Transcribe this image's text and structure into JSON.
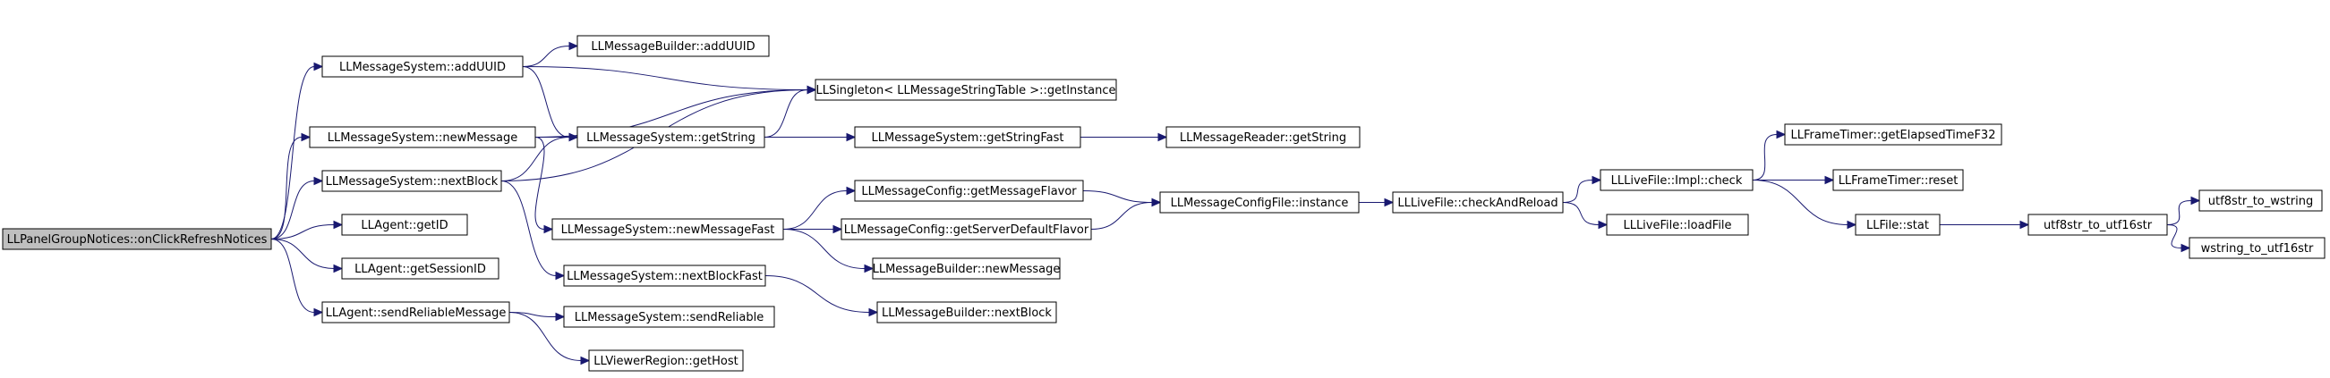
{
  "diagram": {
    "nodes": [
      {
        "id": "root",
        "label": "LLPanelGroupNotices::onClickRefreshNotices",
        "root": true
      },
      {
        "id": "addUUID",
        "label": "LLMessageSystem::addUUID"
      },
      {
        "id": "mbAddUUID",
        "label": "LLMessageBuilder::addUUID"
      },
      {
        "id": "singleton",
        "label": "LLSingleton< LLMessageStringTable >::getInstance"
      },
      {
        "id": "newMessage",
        "label": "LLMessageSystem::newMessage"
      },
      {
        "id": "getString",
        "label": "LLMessageSystem::getString"
      },
      {
        "id": "getStringFast",
        "label": "LLMessageSystem::getStringFast"
      },
      {
        "id": "readerGetString",
        "label": "LLMessageReader::getString"
      },
      {
        "id": "nextBlock",
        "label": "LLMessageSystem::nextBlock"
      },
      {
        "id": "getID",
        "label": "LLAgent::getID"
      },
      {
        "id": "getSessionID",
        "label": "LLAgent::getSessionID"
      },
      {
        "id": "sendReliableMessage",
        "label": "LLAgent::sendReliableMessage"
      },
      {
        "id": "newMessageFast",
        "label": "LLMessageSystem::newMessageFast"
      },
      {
        "id": "nextBlockFast",
        "label": "LLMessageSystem::nextBlockFast"
      },
      {
        "id": "sendReliable",
        "label": "LLMessageSystem::sendReliable"
      },
      {
        "id": "getHost",
        "label": "LLViewerRegion::getHost"
      },
      {
        "id": "getMessageFlavor",
        "label": "LLMessageConfig::getMessageFlavor"
      },
      {
        "id": "getServerDefaultFlavor",
        "label": "LLMessageConfig::getServerDefaultFlavor"
      },
      {
        "id": "mbNewMessage",
        "label": "LLMessageBuilder::newMessage"
      },
      {
        "id": "mbNextBlock",
        "label": "LLMessageBuilder::nextBlock"
      },
      {
        "id": "configInstance",
        "label": "LLMessageConfigFile::instance"
      },
      {
        "id": "checkAndReload",
        "label": "LLLiveFile::checkAndReload"
      },
      {
        "id": "implCheck",
        "label": "LLLiveFile::Impl::check"
      },
      {
        "id": "loadFile",
        "label": "LLLiveFile::loadFile"
      },
      {
        "id": "getElapsed",
        "label": "LLFrameTimer::getElapsedTimeF32"
      },
      {
        "id": "reset",
        "label": "LLFrameTimer::reset"
      },
      {
        "id": "stat",
        "label": "LLFile::stat"
      },
      {
        "id": "utf8to16",
        "label": "utf8str_to_utf16str"
      },
      {
        "id": "utf8toW",
        "label": "utf8str_to_wstring"
      },
      {
        "id": "wTo16",
        "label": "wstring_to_utf16str"
      }
    ],
    "edges": [
      [
        "root",
        "addUUID"
      ],
      [
        "root",
        "newMessage"
      ],
      [
        "root",
        "nextBlock"
      ],
      [
        "root",
        "getID"
      ],
      [
        "root",
        "getSessionID"
      ],
      [
        "root",
        "sendReliableMessage"
      ],
      [
        "addUUID",
        "mbAddUUID"
      ],
      [
        "addUUID",
        "singleton"
      ],
      [
        "addUUID",
        "getString"
      ],
      [
        "newMessage",
        "singleton"
      ],
      [
        "newMessage",
        "getString"
      ],
      [
        "newMessage",
        "newMessageFast"
      ],
      [
        "nextBlock",
        "getString"
      ],
      [
        "nextBlock",
        "singleton"
      ],
      [
        "nextBlock",
        "nextBlockFast"
      ],
      [
        "getString",
        "singleton"
      ],
      [
        "getString",
        "getStringFast"
      ],
      [
        "getStringFast",
        "readerGetString"
      ],
      [
        "newMessageFast",
        "getMessageFlavor"
      ],
      [
        "newMessageFast",
        "getServerDefaultFlavor"
      ],
      [
        "newMessageFast",
        "mbNewMessage"
      ],
      [
        "nextBlockFast",
        "mbNextBlock"
      ],
      [
        "sendReliableMessage",
        "sendReliable"
      ],
      [
        "sendReliableMessage",
        "getHost"
      ],
      [
        "getMessageFlavor",
        "configInstance"
      ],
      [
        "getServerDefaultFlavor",
        "configInstance"
      ],
      [
        "configInstance",
        "checkAndReload"
      ],
      [
        "checkAndReload",
        "implCheck"
      ],
      [
        "checkAndReload",
        "loadFile"
      ],
      [
        "implCheck",
        "getElapsed"
      ],
      [
        "implCheck",
        "reset"
      ],
      [
        "implCheck",
        "stat"
      ],
      [
        "stat",
        "utf8to16"
      ],
      [
        "utf8to16",
        "utf8toW"
      ],
      [
        "utf8to16",
        "wTo16"
      ]
    ]
  }
}
